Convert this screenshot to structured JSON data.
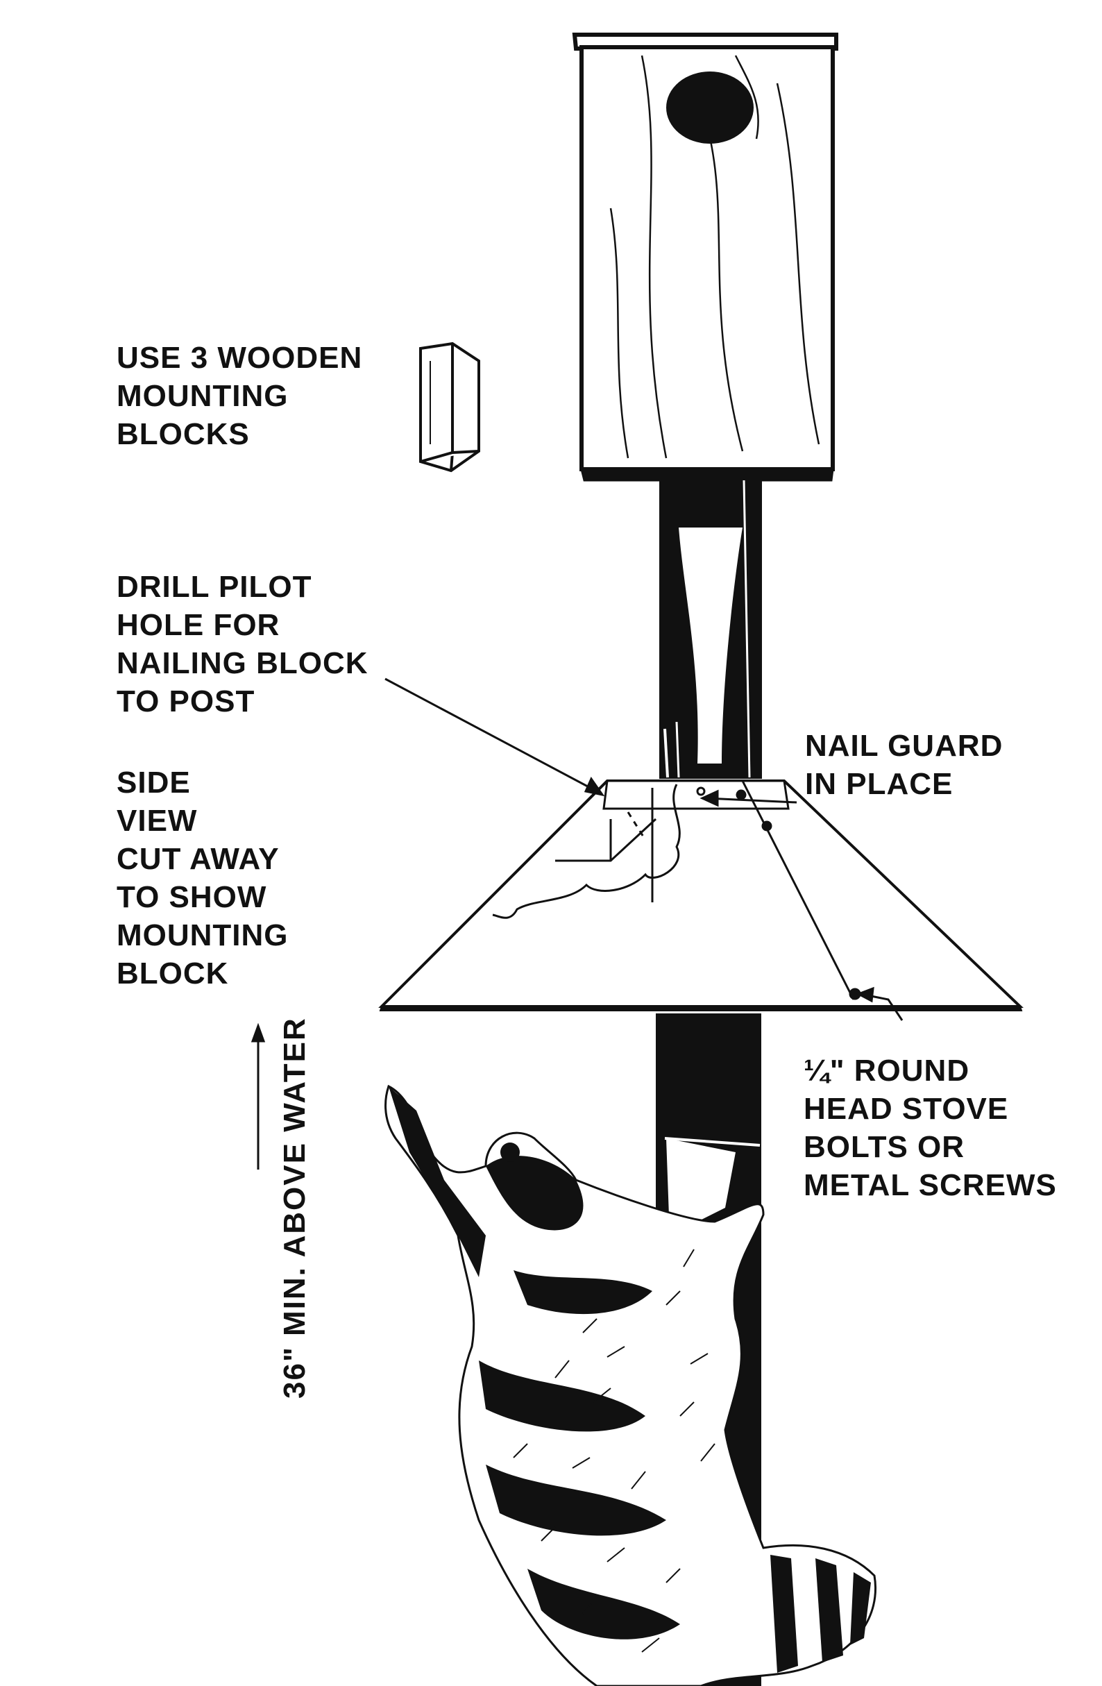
{
  "colors": {
    "ink": "#111111",
    "paper": "#ffffff"
  },
  "labels": {
    "mounting_blocks": [
      "USE 3 WOODEN",
      "MOUNTING",
      "BLOCKS"
    ],
    "pilot_hole": [
      "DRILL PILOT",
      "HOLE FOR",
      "NAILING BLOCK",
      "TO POST"
    ],
    "side_view": [
      "SIDE",
      "VIEW",
      "CUT AWAY",
      "TO SHOW",
      "MOUNTING",
      "BLOCK"
    ],
    "nail_guard": [
      "NAIL GUARD",
      "IN PLACE"
    ],
    "bolts": [
      "¼\" ROUND",
      "HEAD STOVE",
      "BOLTS OR",
      "METAL SCREWS"
    ],
    "height": "36\" MIN. ABOVE WATER"
  }
}
